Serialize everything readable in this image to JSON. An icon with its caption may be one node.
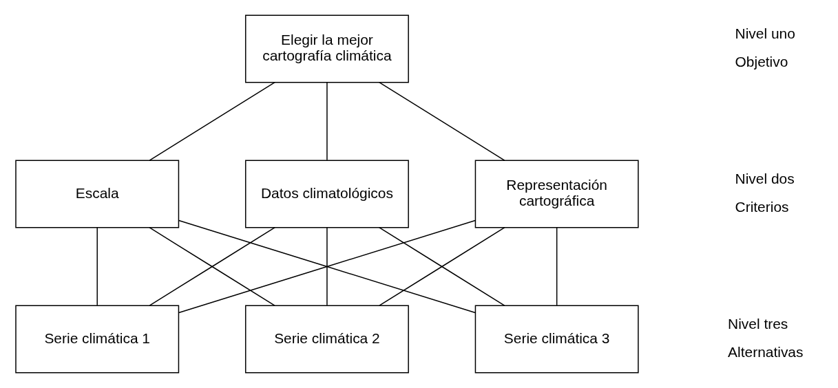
{
  "diagram": {
    "nodes": [
      {
        "text": [
          "Elegir la mejor cartografía climática"
        ]
      },
      {
        "text": [
          "Escala"
        ]
      },
      {
        "text": [
          "Datos climatológicos"
        ]
      },
      {
        "text": [
          "Representación cartográfica"
        ]
      },
      {
        "text": [
          "Serie climática 1"
        ]
      },
      {
        "text": [
          "Serie climática 2"
        ]
      },
      {
        "text": [
          "Serie climática 3"
        ]
      }
    ],
    "edges": [
      {
        "from": 0,
        "to": 1,
        "arrow": "none"
      },
      {
        "from": 0,
        "to": 2,
        "arrow": "none"
      },
      {
        "from": 0,
        "to": 3,
        "arrow": "none"
      },
      {
        "from": 1,
        "to": 4,
        "arrow": "none"
      },
      {
        "from": 1,
        "to": 5,
        "arrow": "none"
      },
      {
        "from": 1,
        "to": 6,
        "arrow": "none"
      },
      {
        "from": 2,
        "to": 4,
        "arrow": "none"
      },
      {
        "from": 2,
        "to": 5,
        "arrow": "none"
      },
      {
        "from": 2,
        "to": 6,
        "arrow": "none"
      },
      {
        "from": 3,
        "to": 4,
        "arrow": "none"
      },
      {
        "from": 3,
        "to": 5,
        "arrow": "none"
      },
      {
        "from": 3,
        "to": 6,
        "arrow": "none"
      }
    ],
    "labels": [
      "Nivel uno",
      "Objetivo",
      "Nivel dos",
      "Criterios",
      "Nivel tres",
      "Alternativas"
    ]
  }
}
